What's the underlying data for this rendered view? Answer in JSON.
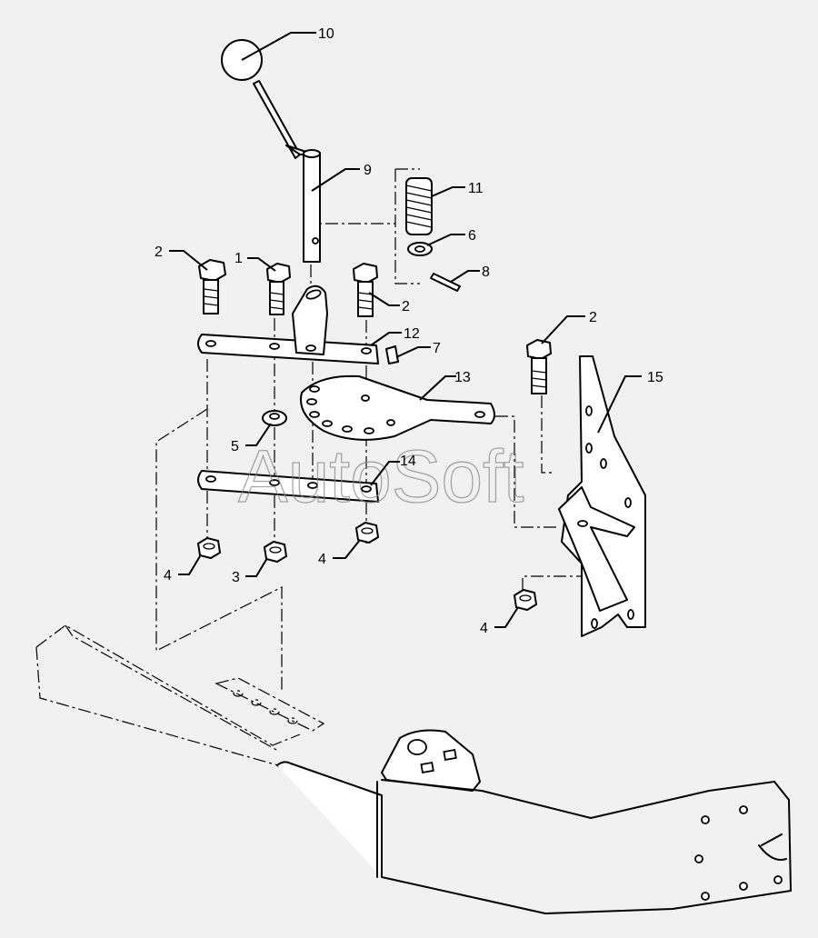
{
  "watermark": "AutoSoft",
  "callouts": {
    "c1": "1",
    "c2a": "2",
    "c2b": "2",
    "c2c": "2",
    "c3": "3",
    "c4a": "4",
    "c4b": "4",
    "c4c": "4",
    "c5": "5",
    "c6": "6",
    "c7": "7",
    "c8": "8",
    "c9": "9",
    "c10": "10",
    "c11": "11",
    "c12": "12",
    "c13": "13",
    "c14": "14",
    "c15": "15"
  }
}
